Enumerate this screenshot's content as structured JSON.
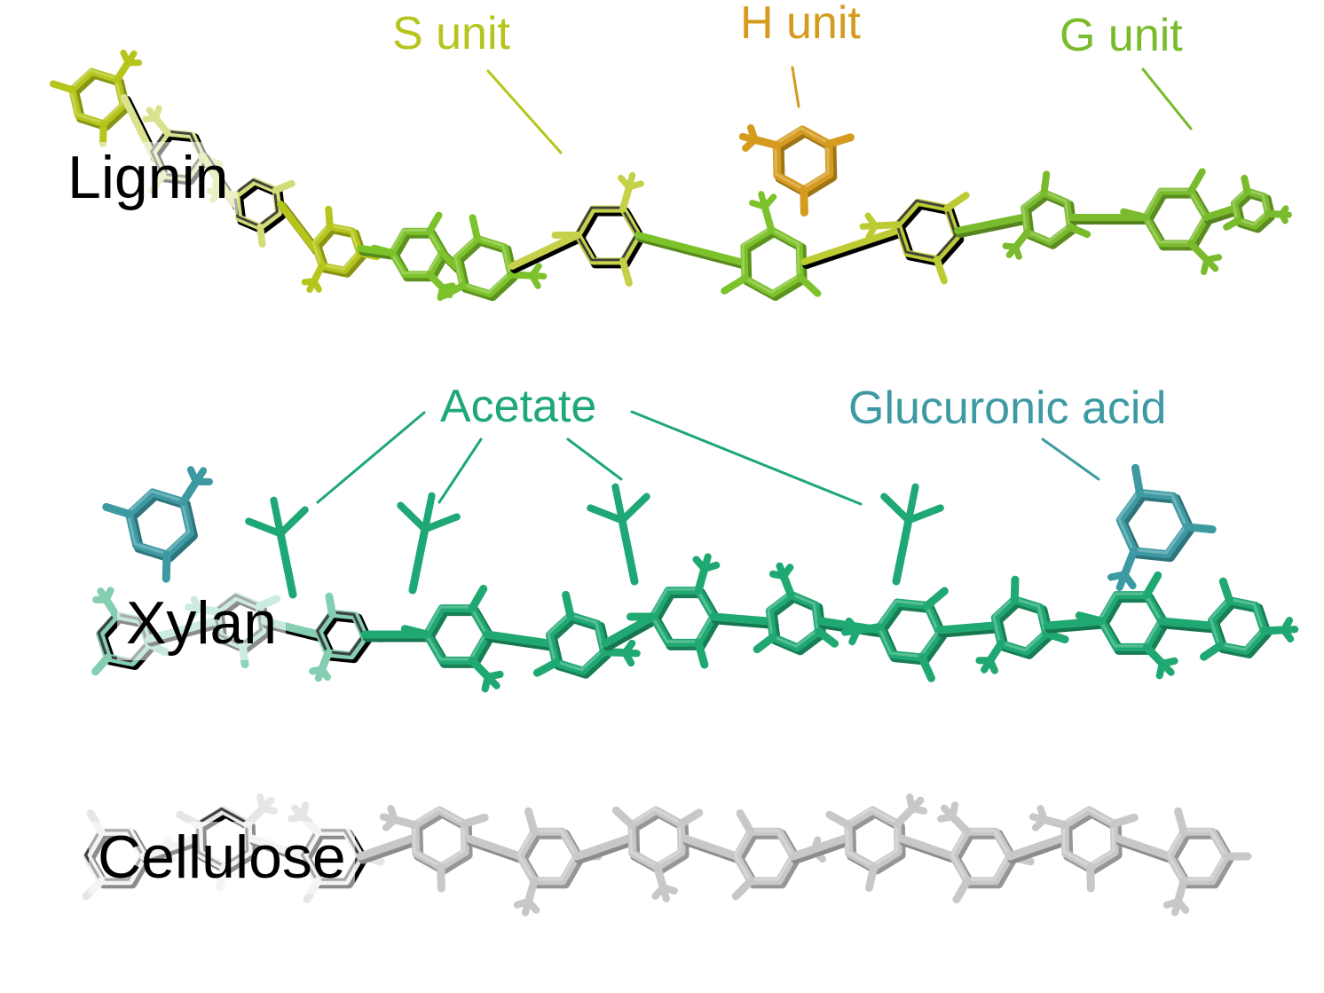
{
  "panels": {
    "lignin": {
      "label": "Lignin",
      "color": "#7cc22a",
      "units": {
        "s_unit": {
          "label": "S unit",
          "color": "#b5c51c"
        },
        "h_unit": {
          "label": "H unit",
          "color": "#d49b1e"
        },
        "g_unit": {
          "label": "G unit",
          "color": "#79bb2c"
        }
      }
    },
    "xylan": {
      "label": "Xylan",
      "color": "#1fa872",
      "substituents": {
        "acetate": {
          "label": "Acetate",
          "color": "#1ea875"
        },
        "glucuronic_acid": {
          "label": "Glucuronic acid",
          "color": "#3d9aa3"
        }
      }
    },
    "cellulose": {
      "label": "Cellulose",
      "color": "#c8c8c8"
    }
  }
}
